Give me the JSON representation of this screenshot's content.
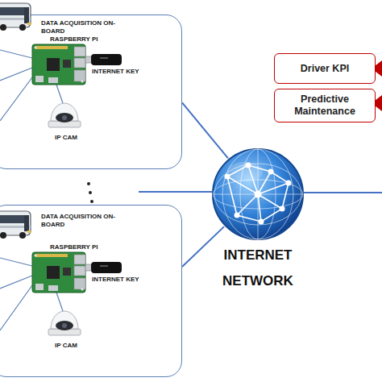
{
  "diagram": {
    "nodes": [
      {
        "text": [
          "DATA ACQUISITION ON-BOARD"
        ]
      },
      {
        "text": [
          "DATA ACQUISITION ON-BOARD"
        ]
      },
      {
        "text": [
          "INTERNET NETWORK"
        ]
      },
      {
        "text": [
          "Driver KPI"
        ]
      },
      {
        "text": [
          "Predictive Maintenance"
        ]
      }
    ],
    "edges": [
      {
        "from": 0,
        "to": 2,
        "arrow": "none"
      },
      {
        "from": 1,
        "to": 2,
        "arrow": "none"
      }
    ],
    "labels": [
      "RASPBERRY PI",
      "INTERNET KEY",
      "IP CAM",
      "RASPBERRY PI",
      "INTERNET KEY",
      "IP CAM"
    ]
  }
}
